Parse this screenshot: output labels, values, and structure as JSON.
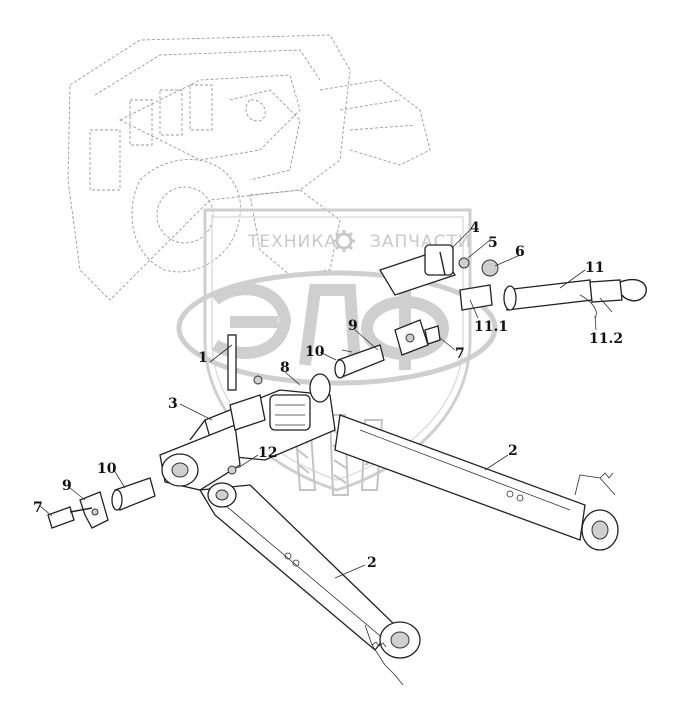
{
  "watermark": {
    "line1_left": "ТЕХНИКА",
    "line1_right": "ЗАПЧАСТИ",
    "logo": "ЭЛФ",
    "gear_icon": "gear-icon"
  },
  "callouts": [
    {
      "id": "c1",
      "label": "1"
    },
    {
      "id": "c2a",
      "label": "2"
    },
    {
      "id": "c2b",
      "label": "2"
    },
    {
      "id": "c3",
      "label": "3"
    },
    {
      "id": "c4",
      "label": "4"
    },
    {
      "id": "c5",
      "label": "5"
    },
    {
      "id": "c6",
      "label": "6"
    },
    {
      "id": "c7a",
      "label": "7"
    },
    {
      "id": "c7b",
      "label": "7"
    },
    {
      "id": "c8",
      "label": "8"
    },
    {
      "id": "c9a",
      "label": "9"
    },
    {
      "id": "c9b",
      "label": "9"
    },
    {
      "id": "c10a",
      "label": "10"
    },
    {
      "id": "c10b",
      "label": "10"
    },
    {
      "id": "c11",
      "label": "11"
    },
    {
      "id": "c11_1",
      "label": "11.1"
    },
    {
      "id": "c11_2",
      "label": "11.2"
    },
    {
      "id": "c12",
      "label": "12"
    }
  ]
}
